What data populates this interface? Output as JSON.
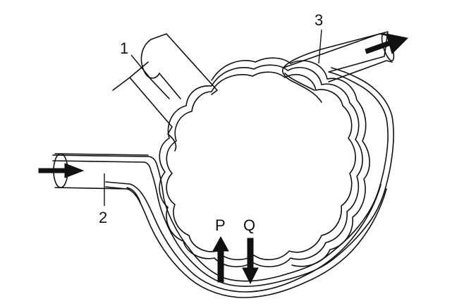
{
  "diagram": {
    "labels": {
      "label_1": "1",
      "label_2": "2",
      "label_3": "3",
      "label_p": "P",
      "label_q": "Q"
    },
    "colors": {
      "ink": "#111111",
      "background": "#ffffff"
    }
  }
}
